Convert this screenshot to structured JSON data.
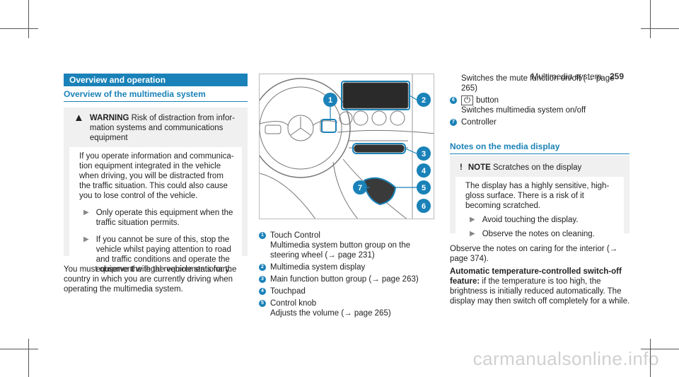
{
  "header": {
    "section": "Multimedia system",
    "page": "259"
  },
  "left": {
    "section_title": "Overview and operation",
    "subtitle": "Overview of the multimedia system",
    "warning": {
      "label": "WARNING",
      "text": "Risk of distraction from infor-mation systems and communications equipment",
      "body": "If you operate information and communica-tion equipment integrated in the vehicle when driving, you will be distracted from the traffic situation. This could also cause you to lose control of the vehicle.",
      "bullets": [
        "Only operate this equipment when the traffic situation permits.",
        "If you cannot be sure of this, stop the vehicle whilst paying attention to road and traffic conditions and operate the equipment with the vehicle stationary."
      ]
    },
    "paragraph": "You must observe the legal requirements for the country in which you are currently driving when operating the multimedia system."
  },
  "figure_callouts": [
    "1",
    "2",
    "3",
    "4",
    "5",
    "6",
    "7"
  ],
  "legend": [
    {
      "num": "1",
      "text": "Touch Control",
      "sub": "Multimedia system button group on the steering wheel (→ page 231)"
    },
    {
      "num": "2",
      "text": "Multimedia system display",
      "sub": ""
    },
    {
      "num": "3",
      "text": "Main function button group (→ page 263)",
      "sub": ""
    },
    {
      "num": "4",
      "text": "Touchpad",
      "sub": ""
    },
    {
      "num": "5",
      "text": "Control knob",
      "sub": "Adjusts the volume (→ page 265)"
    }
  ],
  "right": {
    "cont_text": "Switches the mute function on/off (→ page 265)",
    "items": [
      {
        "num": "6",
        "icon": "⏻",
        "text": "button",
        "sub": "Switches multimedia system on/off"
      },
      {
        "num": "7",
        "icon": "",
        "text": "Controller",
        "sub": ""
      }
    ],
    "subtitle": "Notes on the media display",
    "note": {
      "label": "NOTE",
      "text": "Scratches on the display",
      "body": "The display has a highly sensitive, high-gloss surface. There is a risk of it becoming scratched.",
      "bullets": [
        "Avoid touching the display.",
        "Observe the notes on cleaning."
      ]
    },
    "para1": "Observe the notes on caring for the interior (→ page 374).",
    "para2_bold": "Automatic temperature-controlled switch-off feature:",
    "para2": " if the temperature is too high, the brightness is initially reduced automatically. The display may then switch off completely for a while."
  },
  "watermark": "carmanualsonline.info",
  "colors": {
    "accent": "#1a82b8"
  }
}
